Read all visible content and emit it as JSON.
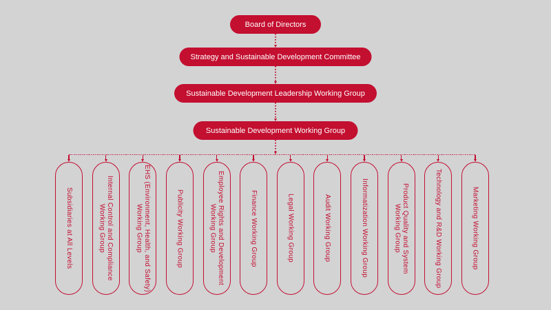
{
  "colors": {
    "accent_red": "#c30f30",
    "background": "#d3d3d4",
    "pill_text": "#ffffff"
  },
  "hierarchy": [
    {
      "label": "Board of Directors"
    },
    {
      "label": "Strategy and Sustainable Development Committee"
    },
    {
      "label": "Sustainable Development Leadership Working Group"
    },
    {
      "label": "Sustainable Development Working Group"
    }
  ],
  "branches": [
    {
      "label": "Subsidiaries at All Levels",
      "lines": [
        "Subsidiaries at All Levels"
      ]
    },
    {
      "label": "Internal Control and Compliance Working Group",
      "lines": [
        "Internal Control and Compliance",
        "Working Group"
      ]
    },
    {
      "label": "EHS (Environment, Health, and Safety) Working Group",
      "lines": [
        "EHS (Environment, Health, and Safety)",
        "Working Group"
      ]
    },
    {
      "label": "Publicity Working Group",
      "lines": [
        "Publicity Working Group"
      ]
    },
    {
      "label": "Employee Rights and Development Working Group",
      "lines": [
        "Employee Rights and Development",
        "Working Group"
      ]
    },
    {
      "label": "Finance Working Group",
      "lines": [
        "Finance Working Group"
      ]
    },
    {
      "label": "Legal Working Group",
      "lines": [
        "Legal Working Group"
      ]
    },
    {
      "label": "Audit Working Group",
      "lines": [
        "Audit Working Group"
      ]
    },
    {
      "label": "Informatization Working Group",
      "lines": [
        "Informatization Working Group"
      ]
    },
    {
      "label": "Product Quality and System Working Group",
      "lines": [
        "Product Quality and System",
        "Working Group"
      ]
    },
    {
      "label": "Technology and R&D Working Group",
      "lines": [
        "Technology and R&D Working Group"
      ]
    },
    {
      "label": "Marketing Working Group",
      "lines": [
        "Marketing Working Group"
      ]
    }
  ]
}
